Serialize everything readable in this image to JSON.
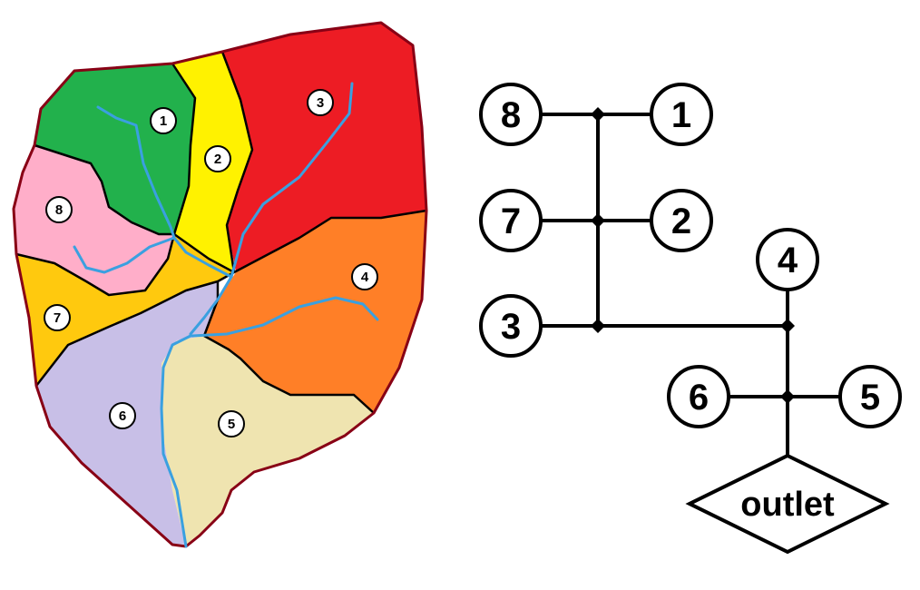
{
  "map": {
    "subbasins": [
      {
        "id": "1",
        "label": "1",
        "color": "#22b14c"
      },
      {
        "id": "2",
        "label": "2",
        "color": "#fff200"
      },
      {
        "id": "3",
        "label": "3",
        "color": "#ed1c24"
      },
      {
        "id": "4",
        "label": "4",
        "color": "#ff7f27"
      },
      {
        "id": "5",
        "label": "5",
        "color": "#efe4b0"
      },
      {
        "id": "6",
        "label": "6",
        "color": "#c8bfe7"
      },
      {
        "id": "7",
        "label": "7",
        "color": "#ffc90e"
      },
      {
        "id": "8",
        "label": "8",
        "color": "#ffaec9"
      }
    ],
    "boundary_color": "#880015",
    "stream_color": "#3aa0e0"
  },
  "network": {
    "nodes": [
      {
        "id": "8",
        "label": "8"
      },
      {
        "id": "1",
        "label": "1"
      },
      {
        "id": "7",
        "label": "7"
      },
      {
        "id": "2",
        "label": "2"
      },
      {
        "id": "3",
        "label": "3"
      },
      {
        "id": "4",
        "label": "4"
      },
      {
        "id": "6",
        "label": "6"
      },
      {
        "id": "5",
        "label": "5"
      }
    ],
    "outlet_label": "outlet"
  }
}
